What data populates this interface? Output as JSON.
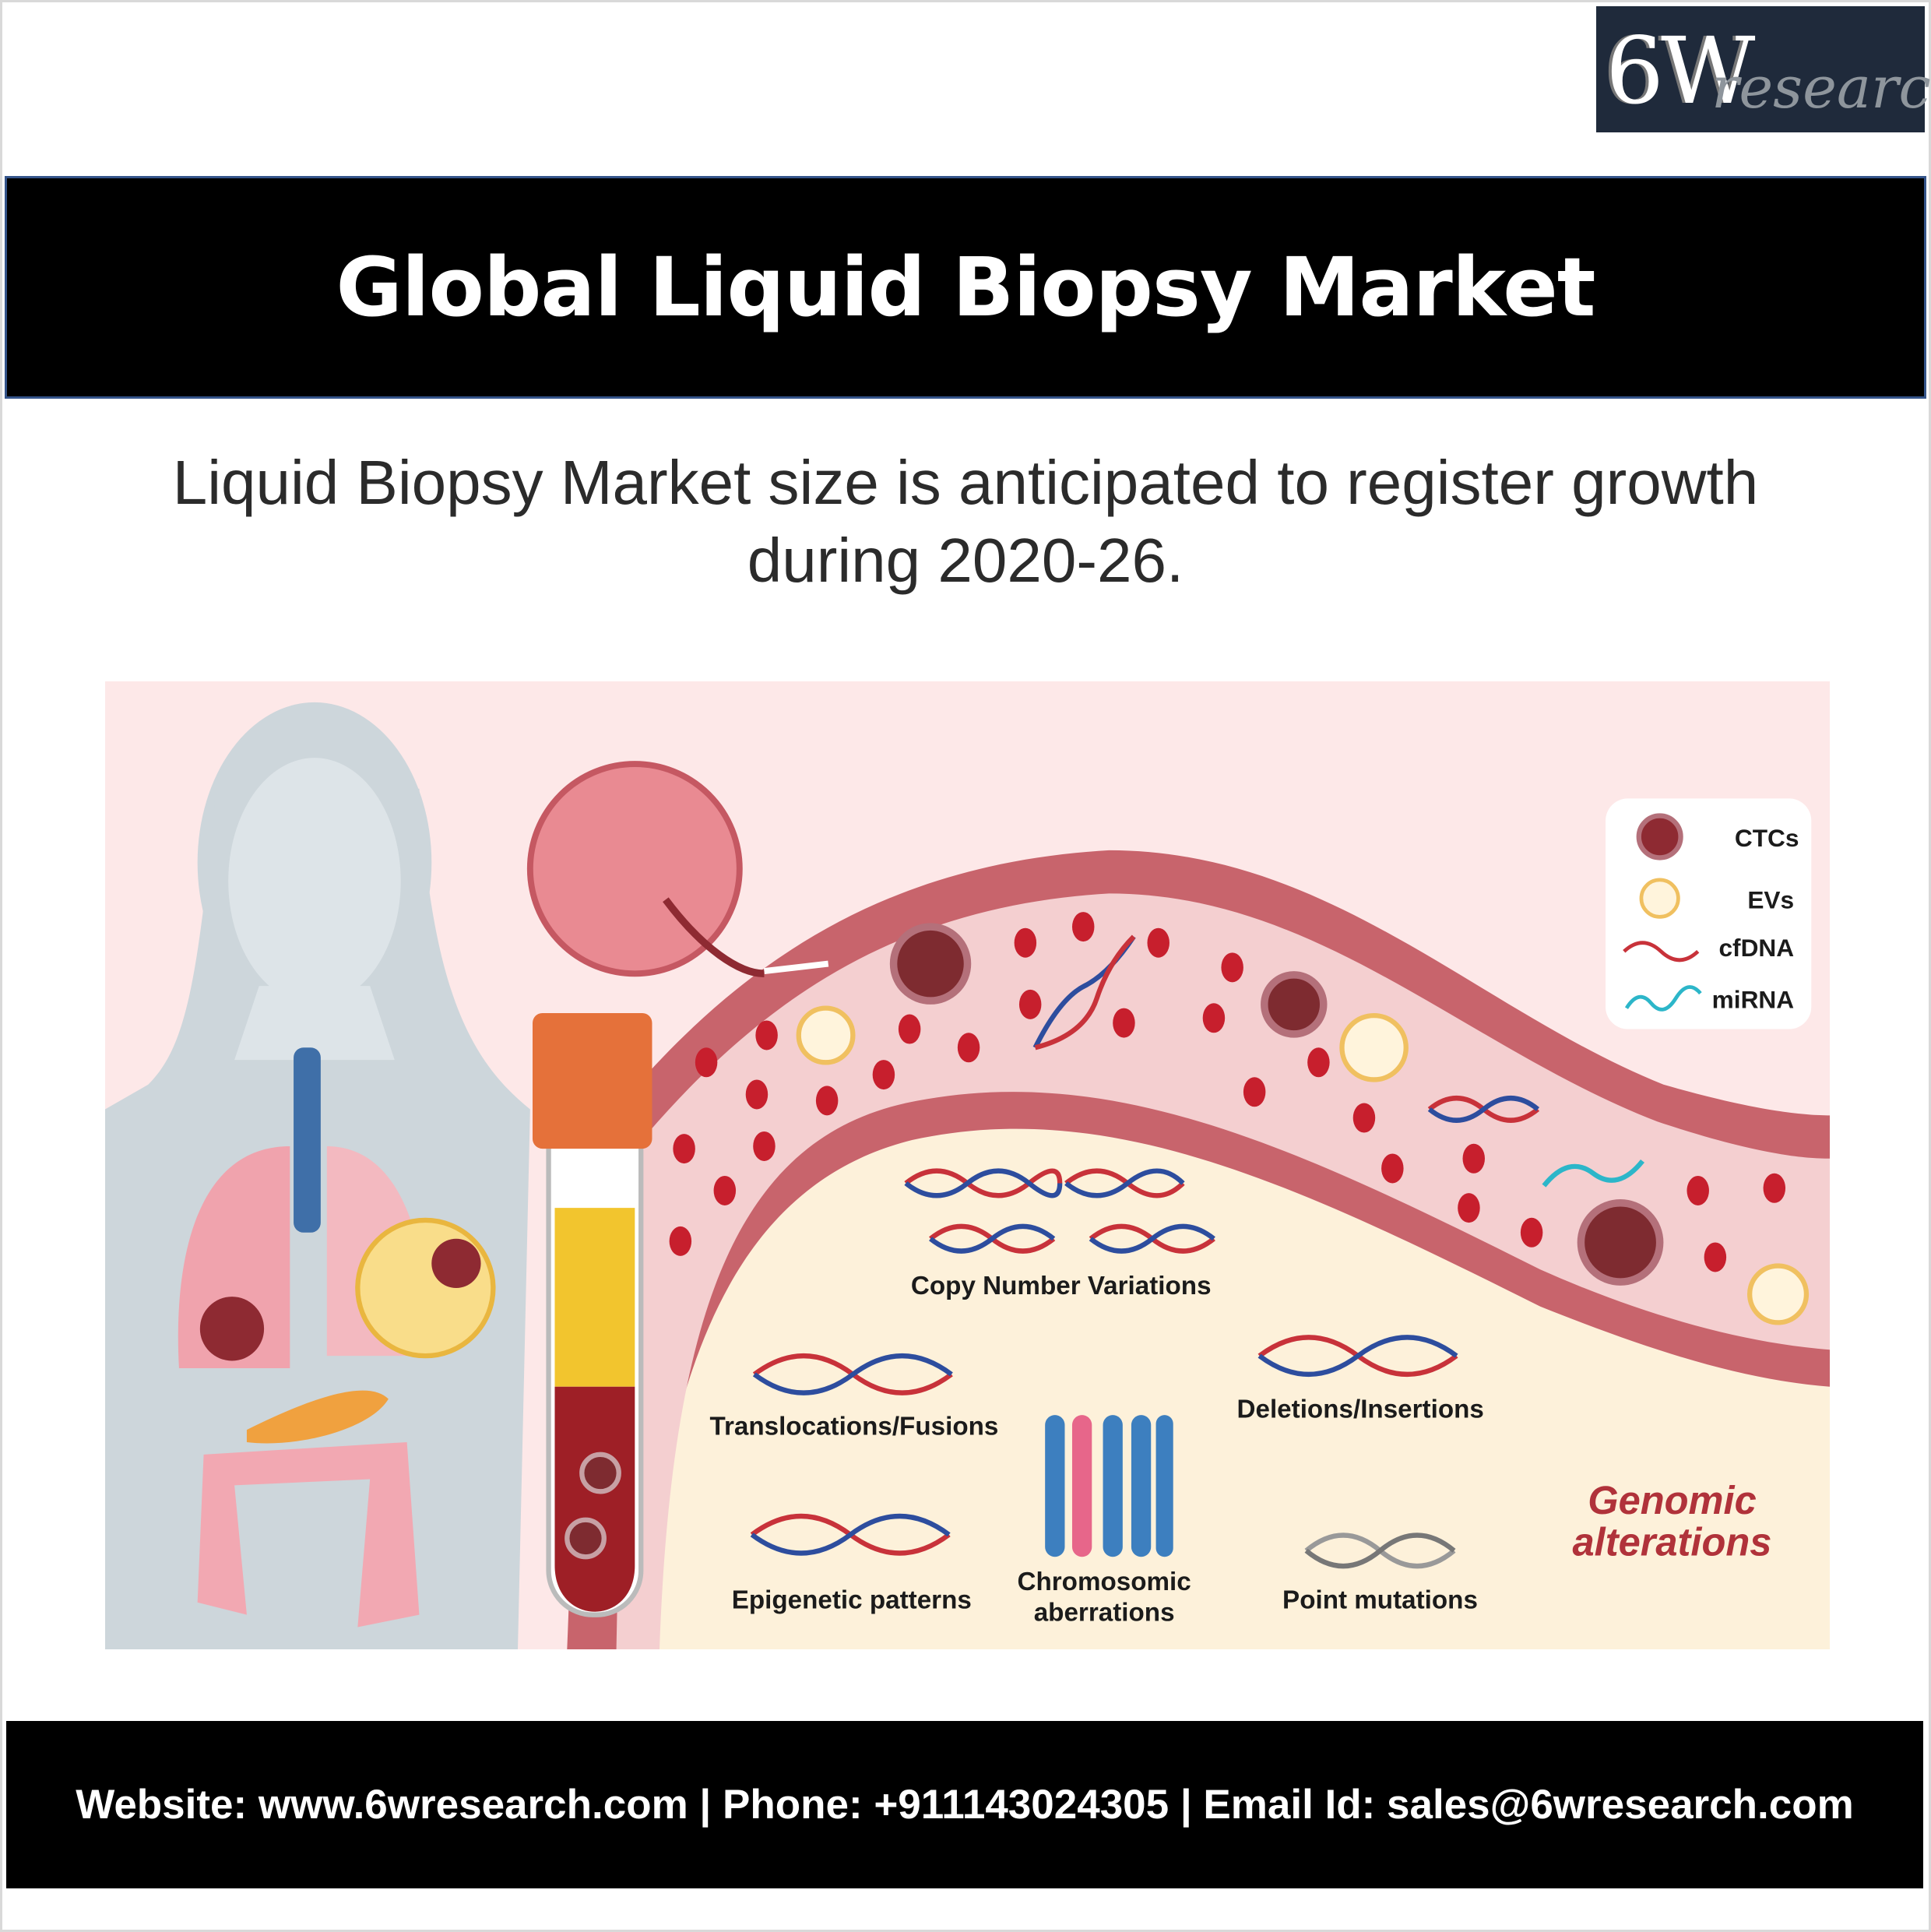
{
  "logo": {
    "main": "6W",
    "sub": "research"
  },
  "header": {
    "title": "Global Liquid Biopsy Market"
  },
  "subtitle": {
    "line1": "Liquid Biopsy Market size is anticipated to register growth",
    "line2": "during 2020-26."
  },
  "illustration": {
    "legend": [
      "CTCs",
      "EVs",
      "cfDNA",
      "miRNA"
    ],
    "labels": {
      "cnv": "Copy Number Variations",
      "translocations": "Translocations/Fusions",
      "deletions": "Deletions/Insertions",
      "chromosomic1": "Chromosomic",
      "chromosomic2": "aberrations",
      "epigenetic": "Epigenetic patterns",
      "point": "Point mutations",
      "genomic1": "Genomic",
      "genomic2": "alterations"
    },
    "colors": {
      "background": "#fde8e8",
      "vessel_wall": "#c8646c",
      "vessel_inner": "#f4cfd0",
      "cream": "#fdf1da",
      "accent_red": "#b0323a"
    }
  },
  "footer": {
    "contact": "Website: www.6wresearch.com | Phone: +911143024305 | Email Id: sales@6wresearch.com"
  }
}
